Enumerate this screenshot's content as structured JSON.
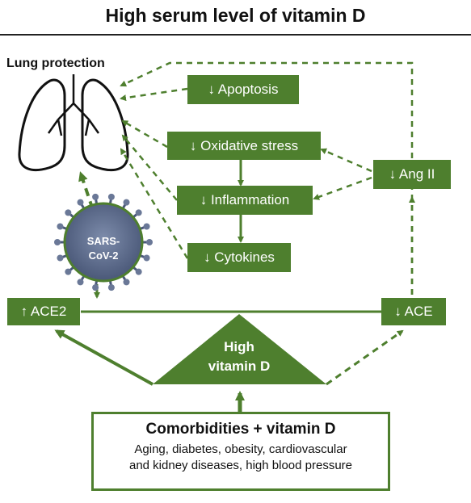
{
  "title": "High serum level of vitamin D",
  "lung_label": "Lung protection",
  "boxes": {
    "apoptosis": "↓ Apoptosis",
    "oxidative_stress": "↓ Oxidative stress",
    "inflammation": "↓ Inflammation",
    "cytokines": "↓ Cytokines",
    "ang_ii": "↓ Ang II",
    "ace2": "↑ ACE2",
    "ace": "↓ ACE"
  },
  "virus": {
    "line1": "SARS-",
    "line2": "CoV-2"
  },
  "triangle": {
    "line1": "High",
    "line2": "vitamin D"
  },
  "comorbidities": {
    "title": "Comorbidities + vitamin D",
    "desc1": "Aging, diabetes, obesity, cardiovascular",
    "desc2": "and kidney diseases, high blood pressure"
  },
  "colors": {
    "green": "#4e7f2e",
    "virus": "#5c6b8a"
  }
}
